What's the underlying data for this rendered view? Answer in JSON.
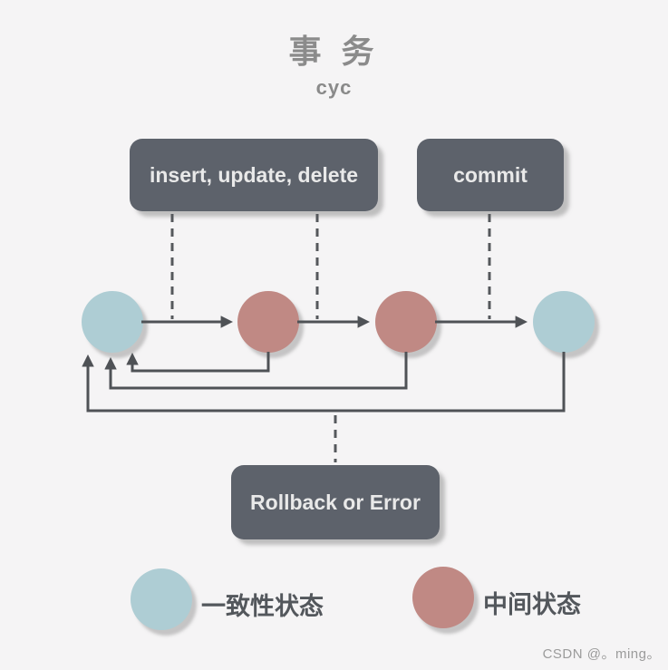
{
  "title": "事 务",
  "subtitle": "cyc",
  "boxes": {
    "operations": "insert, update, delete",
    "commit": "commit",
    "rollback": "Rollback or Error"
  },
  "nodes": [
    {
      "id": "consistent-state-1",
      "type": "一致性状态",
      "color": "#aecdd4"
    },
    {
      "id": "intermediate-state-1",
      "type": "中间状态",
      "color": "#c08984"
    },
    {
      "id": "intermediate-state-2",
      "type": "中间状态",
      "color": "#c08984"
    },
    {
      "id": "consistent-state-2",
      "type": "一致性状态",
      "color": "#aecdd4"
    }
  ],
  "legend": [
    {
      "label": "一致性状态",
      "color": "#aecdd4"
    },
    {
      "label": "中间状态",
      "color": "#c08984"
    }
  ],
  "colors": {
    "background": "#f5f4f5",
    "box_fill": "#5d626b",
    "box_text": "#e9e9e9",
    "line": "#4f5256",
    "title_text": "#8b8b8b"
  },
  "watermark": "CSDN @。ming。"
}
